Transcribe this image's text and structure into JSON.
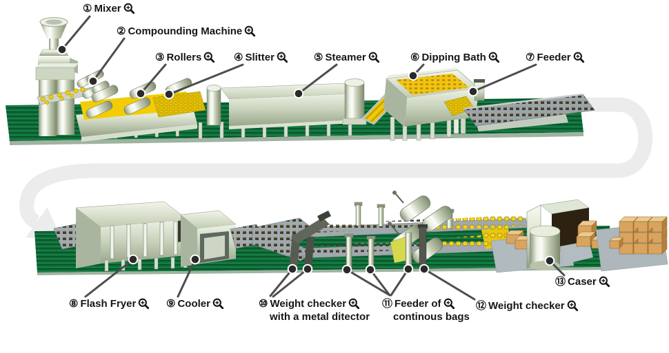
{
  "labels": [
    {
      "number": "①",
      "text": "Mixer"
    },
    {
      "number": "②",
      "text": "Compounding Machine"
    },
    {
      "number": "③",
      "text": "Rollers"
    },
    {
      "number": "④",
      "text": "Slitter"
    },
    {
      "number": "⑤",
      "text": "Steamer"
    },
    {
      "number": "⑥",
      "text": "Dipping Bath"
    },
    {
      "number": "⑦",
      "text": "Feeder"
    },
    {
      "number": "⑧",
      "text": "Flash Fryer"
    },
    {
      "number": "⑨",
      "text": "Cooler"
    },
    {
      "number": "⑩",
      "text": "Weight checker",
      "text2": "with a metal ditector"
    },
    {
      "number": "⑪",
      "text": "Feeder of",
      "text2": "continous bags"
    },
    {
      "number": "⑫",
      "text": "Weight checker"
    },
    {
      "number": "⑬",
      "text": "Caser"
    }
  ],
  "icons": {
    "zoom": "magnifier-plus-icon"
  },
  "colors": {
    "belt_green": "#0f6e3a",
    "belt_stripe": "#07522a",
    "dough_yellow": "#f2cd05",
    "machine_silver": "#dfe6d4",
    "noodle_block": "#423d30",
    "bag_yellow": "#f2d41c",
    "box_brown": "#d8a45e",
    "flow_arrow": "#ececec",
    "leader_line": "#4d4d4d",
    "label_text": "#161616"
  }
}
